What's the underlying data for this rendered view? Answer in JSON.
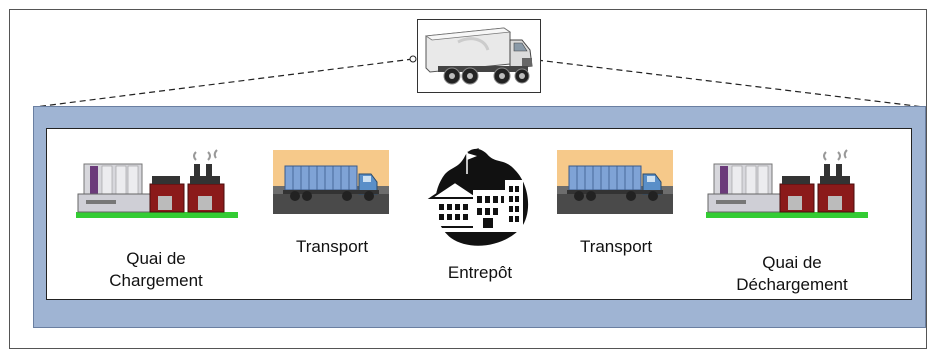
{
  "flow": {
    "loading_dock": {
      "line1": "Quai de",
      "line2": "Chargement"
    },
    "transport_1": {
      "label": "Transport"
    },
    "warehouse": {
      "label": "Entrepôt"
    },
    "transport_2": {
      "label": "Transport"
    },
    "unloading_dock": {
      "line1": "Quai de",
      "line2": "Déchargement"
    }
  },
  "icons": [
    "factory-icon",
    "truck-icon",
    "warehouse-icon",
    "truck-icon",
    "factory-icon",
    "semi-truck-icon"
  ],
  "colors": {
    "panel": "#9fb4d3",
    "inner": "#ffffff",
    "ground": "#33cc33",
    "building": "#8b1a1a",
    "container": "#7fa3d6",
    "sky": "#f6c98a"
  }
}
